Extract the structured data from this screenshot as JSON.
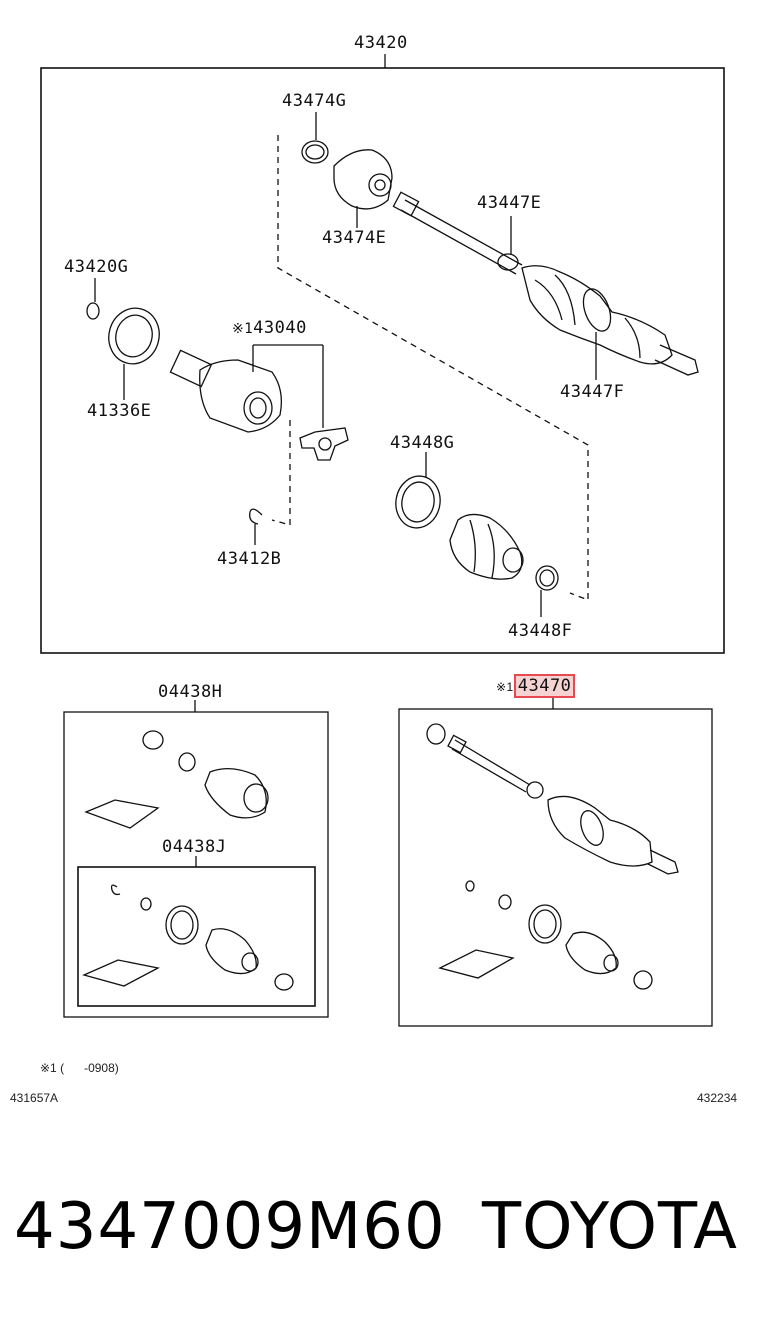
{
  "main_diagram": {
    "assembly_label": "43420",
    "parts": {
      "p43474G": "43474G",
      "p43474E": "43474E",
      "p43447E": "43447E",
      "p43420G": "43420G",
      "p41336E": "41336E",
      "p43040": "43040",
      "p43040_mark": "※1",
      "p43447F": "43447F",
      "p43448G": "43448G",
      "p43412B": "43412B",
      "p43448F": "43448F"
    }
  },
  "kits": {
    "outer_kit": "04438H",
    "inner_kit": "04438J",
    "shaft_mark": "※1",
    "shaft_label": "43470"
  },
  "footnote": {
    "mark": "※1",
    "text": "(      -0908)"
  },
  "codes": {
    "left": "431657A",
    "right": "432234"
  },
  "product": {
    "part_number": "4347009M60",
    "brand": "TOYOTA"
  },
  "colors": {
    "line": "#111111",
    "highlight_border": "#e8484f",
    "highlight_fill": "#f6d3d3"
  }
}
